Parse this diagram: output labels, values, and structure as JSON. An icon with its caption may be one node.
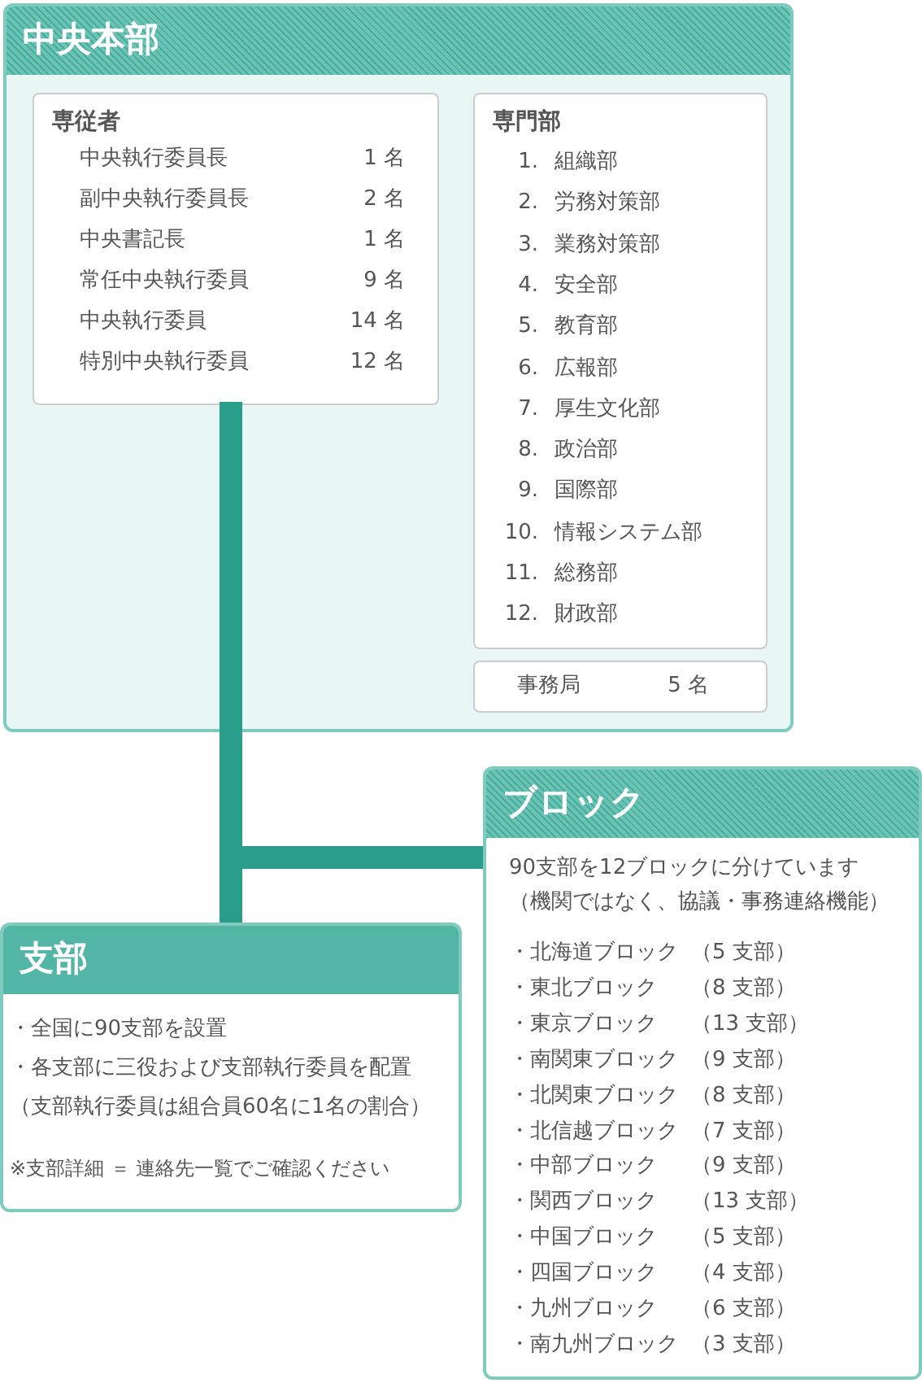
{
  "diagram": {
    "nodes": [
      {
        "text": [
          "中央本部"
        ]
      },
      {
        "text": [
          "専従者",
          "中央執行委員長",
          "1 名",
          "副中央執行委員長",
          "2 名",
          "中央書記長",
          "1 名",
          "常任中央執行委員",
          "9 名",
          "中央執行委員",
          "14 名",
          "特別中央執行委員",
          "12 名"
        ],
        "in": 0
      },
      {
        "text": [
          "専門部",
          "1.",
          "組織部",
          "2.",
          "労務対策部",
          "3.",
          "業務対策部",
          "4.",
          "安全部",
          "5.",
          "教育部",
          "6.",
          "広報部",
          "7.",
          "厚生文化部",
          "8.",
          "政治部",
          "9.",
          "国際部",
          "10.",
          "情報システム部",
          "11.",
          "総務部",
          "12.",
          "財政部"
        ],
        "in": 0
      },
      {
        "text": [
          "事務局",
          "5 名"
        ],
        "in": 0
      },
      {
        "text": [
          "支部",
          "・全国に90支部を設置",
          "・各支部に三役および支部執行委員を配置",
          "（支部執行委員は組合員60名に1名の割合）",
          "※支部詳細 ＝ 連絡先一覧でご確認ください"
        ]
      },
      {
        "text": [
          "ブロック",
          "90支部を12ブロックに分けています",
          "（機関ではなく、協議・事務連絡機能）",
          "・北海道ブロック",
          "（5 支部）",
          "・東北ブロック",
          "（8 支部）",
          "・東京ブロック",
          "（13 支部）",
          "・南関東ブロック",
          "（9 支部）",
          "・北関東ブロック",
          "（8 支部）",
          "・北信越ブロック",
          "（7 支部）",
          "・中部ブロック",
          "（9 支部）",
          "・関西ブロック",
          "（13 支部）",
          "・中国ブロック",
          "（5 支部）",
          "・四国ブロック",
          "（4 支部）",
          "・九州ブロック",
          "（6 支部）",
          "・南九州ブロック",
          "（3 支部）"
        ]
      }
    ],
    "edges": [
      {
        "from": 1,
        "to": 4,
        "arrow": "none"
      },
      {
        "from": 1,
        "to": 5,
        "arrow": "none"
      }
    ]
  }
}
